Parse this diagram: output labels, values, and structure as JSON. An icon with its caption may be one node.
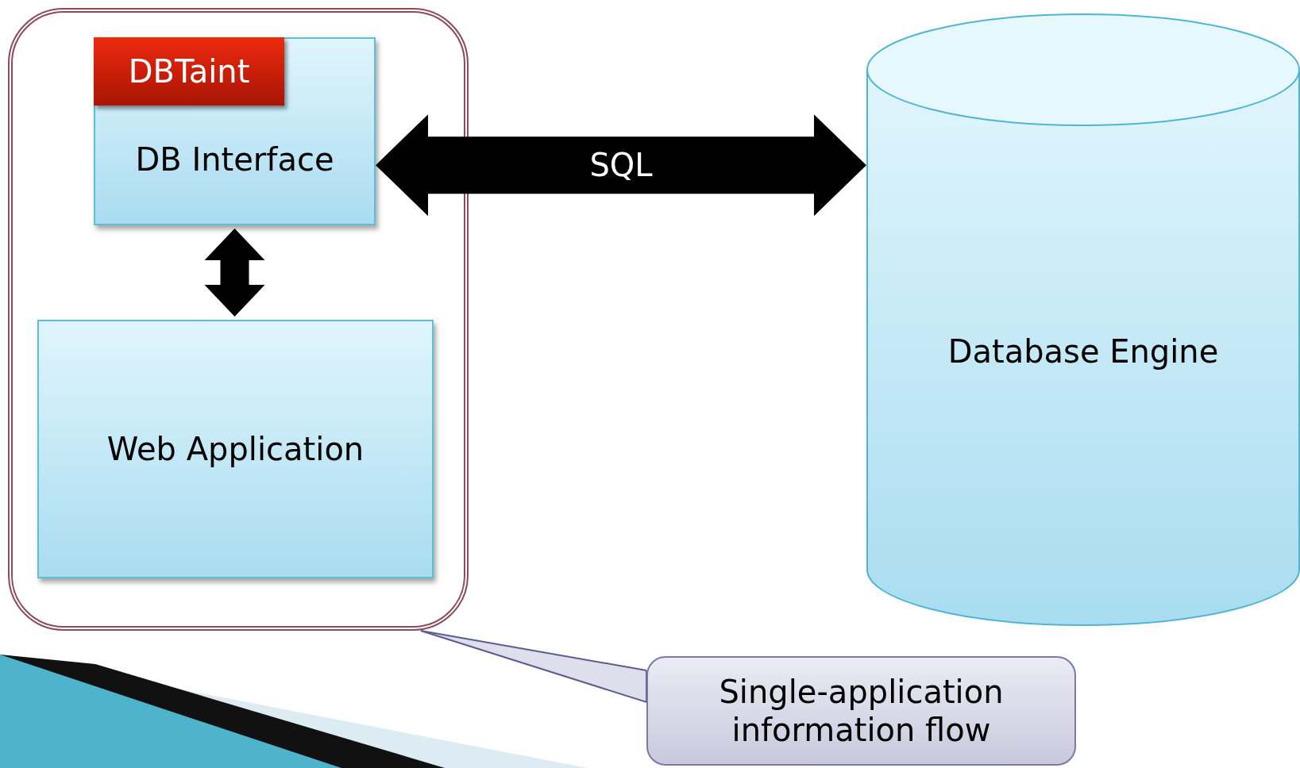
{
  "diagram": {
    "nodes": [
      {
        "text": [],
        "shape": "box"
      },
      {
        "text": [
          "DB Interface"
        ],
        "in": 0
      },
      {
        "text": [
          "DBTaint"
        ],
        "in": 1
      },
      {
        "text": [
          "Web Application"
        ],
        "in": 0
      },
      {
        "text": [
          "Database Engine"
        ]
      },
      {
        "text": [
          "Single-application information flow"
        ]
      }
    ],
    "edges": [
      {
        "from": 1,
        "to": 4,
        "arrow": "both",
        "label": "SQL",
        "style": "thick"
      },
      {
        "from": 1,
        "to": 3,
        "arrow": "both",
        "style": "thick"
      },
      {
        "from": 5,
        "to": 0,
        "arrow": "none"
      }
    ]
  }
}
